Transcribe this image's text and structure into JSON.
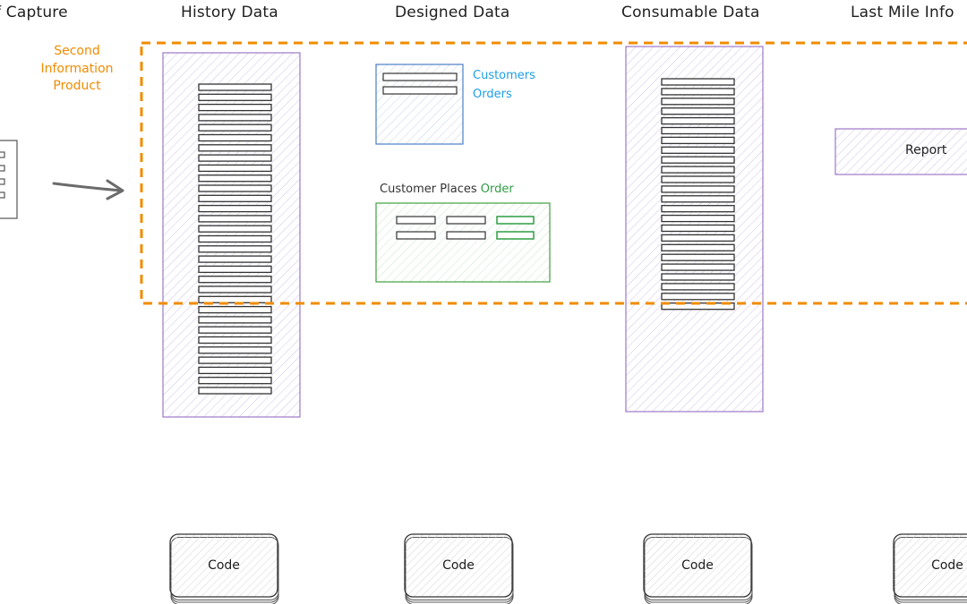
{
  "columns": [
    {
      "title": "f Capture"
    },
    {
      "title": "History Data"
    },
    {
      "title": "Designed Data"
    },
    {
      "title": "Consumable Data"
    },
    {
      "title": "Last Mile Info"
    }
  ],
  "second_product": {
    "lines": [
      "Second",
      "Information",
      "Product"
    ]
  },
  "designed": {
    "customers": "Customers",
    "orders": "Orders",
    "places_prefix": "Customer Places",
    "places_highlight": "Order"
  },
  "report": {
    "label": "Report"
  },
  "code_boxes": [
    {
      "label": "Code"
    },
    {
      "label": "Code"
    },
    {
      "label": "Code"
    },
    {
      "label": "Code"
    }
  ],
  "colors": {
    "orange": "#f08c00",
    "purple": "#9c79c8",
    "blue": "#4a7fc6",
    "green": "#40a040",
    "label_blue": "#1c9ee6",
    "label_green": "#2f9e44",
    "stroke": "#1e1e1e"
  },
  "icons": [
    "arrow-right-icon"
  ]
}
